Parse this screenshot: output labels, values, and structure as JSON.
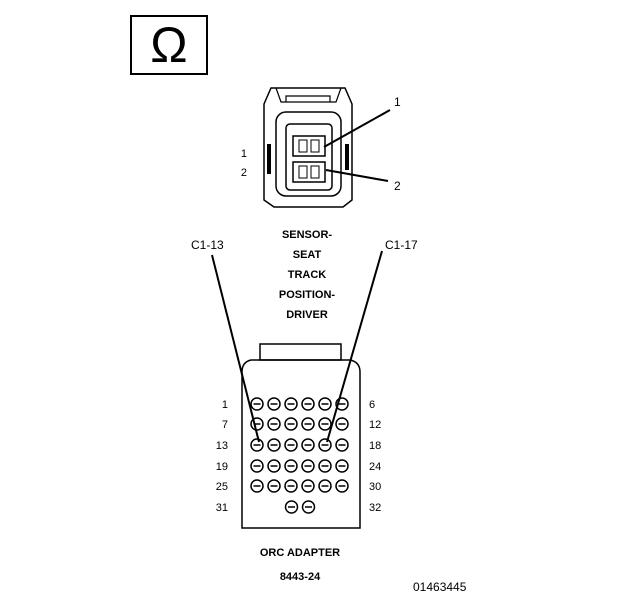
{
  "sensor": {
    "symbol": "Ω",
    "name_lines": [
      "SENSOR-",
      "SEAT",
      "TRACK",
      "POSITION-",
      "DRIVER"
    ],
    "side_pins": [
      "1",
      "2"
    ],
    "callouts": [
      "1",
      "2"
    ]
  },
  "probes": {
    "left": "C1-13",
    "right": "C1-17"
  },
  "adapter": {
    "row_start_labels": [
      "1",
      "7",
      "13",
      "19",
      "25",
      "31"
    ],
    "row_end_labels": [
      "6",
      "12",
      "18",
      "24",
      "30",
      "32"
    ],
    "rows": [
      6,
      6,
      6,
      6,
      6,
      2
    ],
    "name": "ORC ADAPTER",
    "part_number": "8443-24"
  },
  "figure_id": "01463445"
}
